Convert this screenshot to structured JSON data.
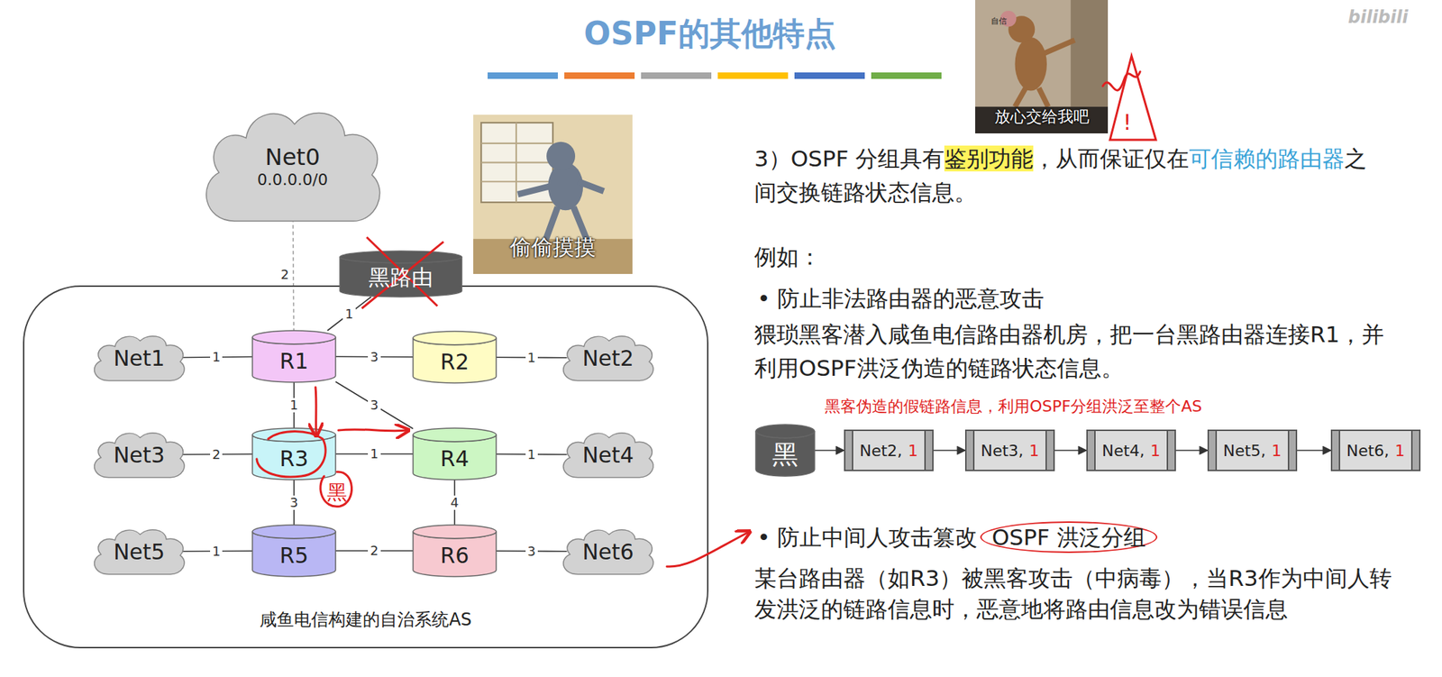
{
  "diagram": {
    "title": "OSPF的其他特点",
    "nodes": [
      {
        "text": [
          "Net0",
          "0.0.0.0/0"
        ]
      },
      {
        "text": [
          "咸鱼电信构建的自治系统AS"
        ]
      },
      {
        "text": [
          "黑路由"
        ]
      },
      {
        "text": [
          "Net1"
        ],
        "in": 1
      },
      {
        "text": [
          "R1"
        ],
        "in": 1
      },
      {
        "text": [
          "R2"
        ],
        "in": 1
      },
      {
        "text": [
          "Net2"
        ],
        "in": 1
      },
      {
        "text": [
          "Net3"
        ],
        "in": 1
      },
      {
        "text": [
          "R3"
        ],
        "in": 1
      },
      {
        "text": [
          "R4"
        ],
        "in": 1
      },
      {
        "text": [
          "Net4"
        ],
        "in": 1
      },
      {
        "text": [
          "Net5"
        ],
        "in": 1
      },
      {
        "text": [
          "R5"
        ],
        "in": 1
      },
      {
        "text": [
          "R6"
        ],
        "in": 1
      },
      {
        "text": [
          "Net6"
        ],
        "in": 1
      },
      {
        "text": [
          "偷偷摸摸"
        ]
      },
      {
        "text": [
          "自信",
          "放心交给我吧"
        ]
      },
      {
        "text": [
          "黑"
        ]
      },
      {
        "text": [
          "Net2,",
          "1"
        ]
      },
      {
        "text": [
          "Net3,",
          "1"
        ]
      },
      {
        "text": [
          "Net4,",
          "1"
        ]
      },
      {
        "text": [
          "Net5,",
          "1"
        ]
      },
      {
        "text": [
          "Net6,",
          "1"
        ]
      }
    ],
    "edges": [
      {
        "from": 0,
        "to": 4,
        "label": "2",
        "arrow": "none"
      },
      {
        "from": 2,
        "to": 4,
        "label": "1",
        "arrow": "none"
      },
      {
        "from": 3,
        "to": 4,
        "label": "1",
        "arrow": "none"
      },
      {
        "from": 4,
        "to": 5,
        "label": "3",
        "arrow": "none"
      },
      {
        "from": 5,
        "to": 6,
        "label": "1",
        "arrow": "none"
      },
      {
        "from": 4,
        "to": 8,
        "label": "1",
        "arrow": "none"
      },
      {
        "from": 4,
        "to": 9,
        "label": "3",
        "arrow": "none"
      },
      {
        "from": 7,
        "to": 8,
        "label": "2",
        "arrow": "none"
      },
      {
        "from": 8,
        "to": 9,
        "label": "1",
        "arrow": "none"
      },
      {
        "from": 9,
        "to": 10,
        "label": "1",
        "arrow": "none"
      },
      {
        "from": 8,
        "to": 12,
        "label": "3",
        "arrow": "none"
      },
      {
        "from": 9,
        "to": 13,
        "label": "4",
        "arrow": "none"
      },
      {
        "from": 11,
        "to": 12,
        "label": "1",
        "arrow": "none"
      },
      {
        "from": 12,
        "to": 13,
        "label": "2",
        "arrow": "none"
      },
      {
        "from": 13,
        "to": 14,
        "label": "3",
        "arrow": "none"
      },
      {
        "from": 17,
        "to": 18,
        "arrow": "to"
      },
      {
        "from": 18,
        "to": 19,
        "arrow": "to"
      },
      {
        "from": 19,
        "to": 20,
        "arrow": "to"
      },
      {
        "from": 20,
        "to": 21,
        "arrow": "to"
      },
      {
        "from": 21,
        "to": 22,
        "arrow": "to"
      }
    ],
    "labels": [
      "3）OSPF 分组具有",
      "鉴别功能",
      "，从而保证仅在",
      "可信赖的路由器",
      "之间交换链路状态信息。",
      "例如：",
      "• 防止非法路由器的恶意攻击",
      "猥琐黑客潜入咸鱼电信路由器机房，把一台黑路由器连接R1，并利用OSPF洪泛伪造的链路状态信息。",
      "黑客伪造的假链路信息，利用OSPF分组洪泛至整个AS",
      "• 防止中间人攻击篡改",
      "OSPF 洪泛分组",
      "某台路由器（如R3）被黑客攻击（中病毒），当R3作为中间人转发洪泛的链路信息时，恶意地将路由信息改为错误信息",
      "黑",
      "!",
      "bilibili"
    ]
  }
}
